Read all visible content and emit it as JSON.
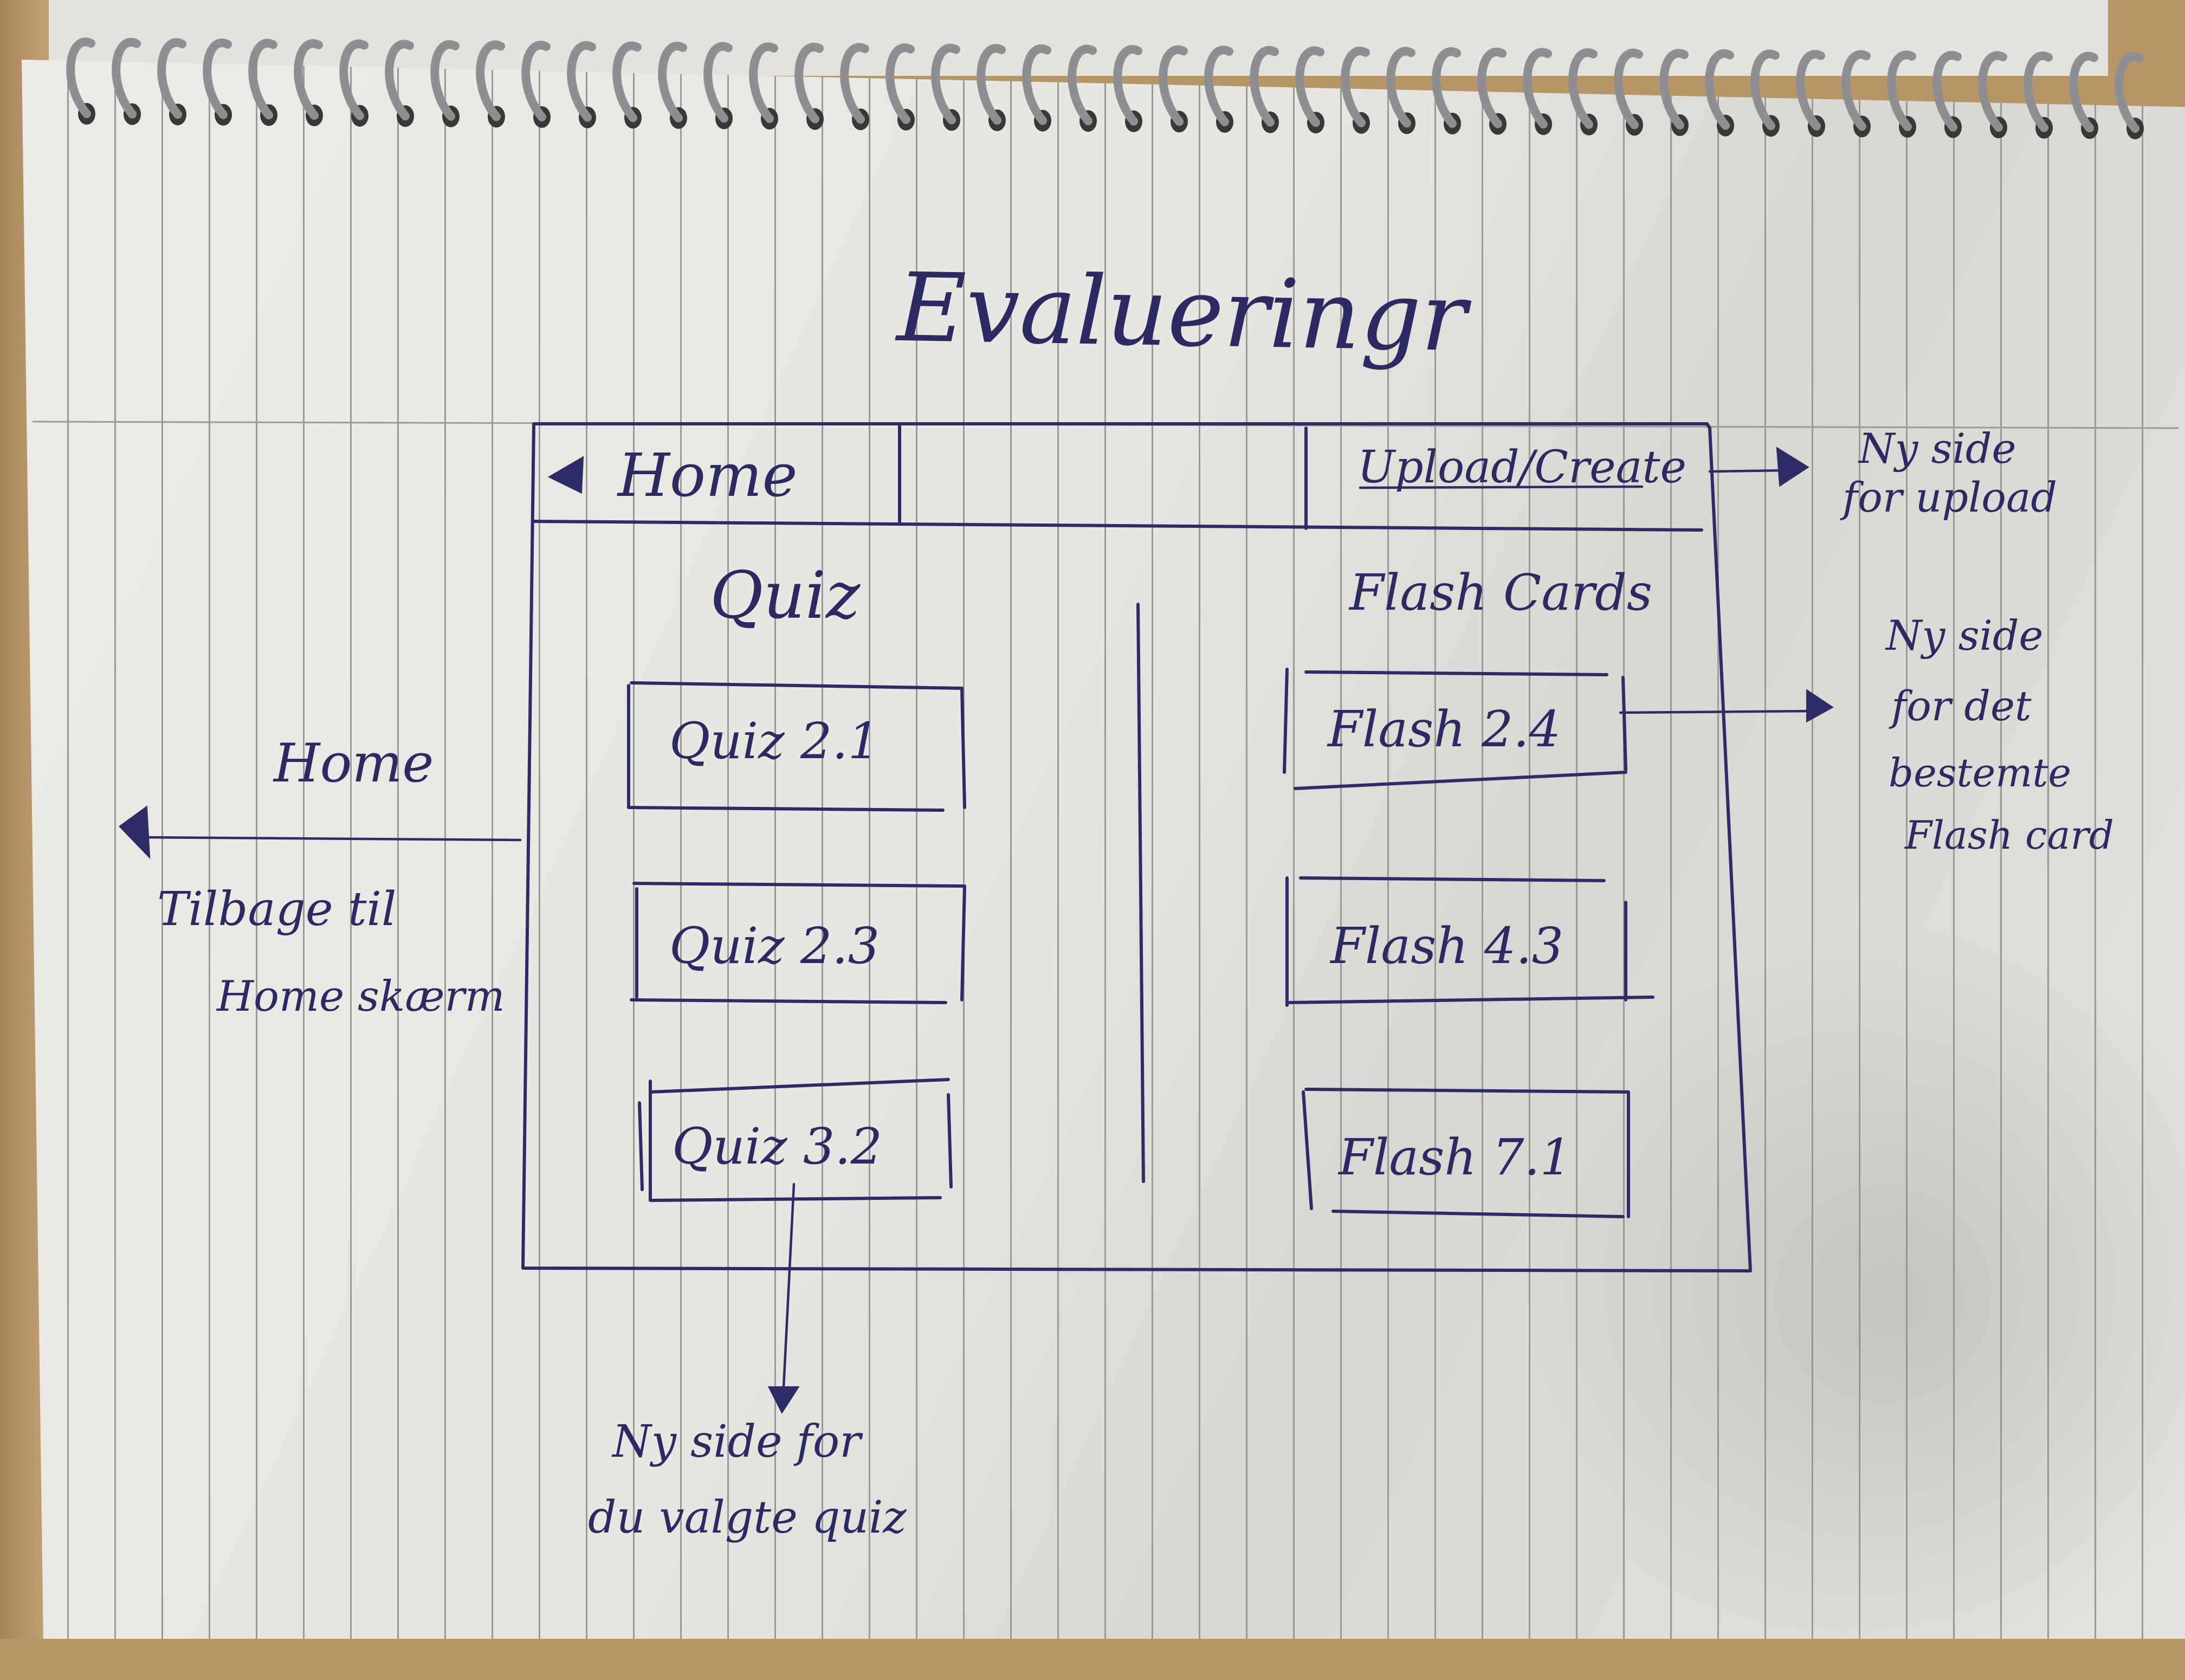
{
  "title": "Evalueringr",
  "nav": {
    "home_label": "Home",
    "upload_label": "Upload/Create"
  },
  "quiz": {
    "heading": "Quiz",
    "items": [
      "Quiz 2.1",
      "Quiz 2.3",
      "Quiz 3.2"
    ]
  },
  "flash": {
    "heading": "Flash Cards",
    "items": [
      "Flash 2.4",
      "Flash 4.3",
      "Flash 7.1"
    ]
  },
  "notes": {
    "upload_line1": "Ny side",
    "upload_line2": "for upload",
    "flash_line1": "Ny side",
    "flash_line2": "for det",
    "flash_line3": "bestemte",
    "flash_line4": "Flash card",
    "home_target": "Home",
    "home_line1": "Tilbage til",
    "home_line2": "Home skærm",
    "quiz_line1": "Ny side for",
    "quiz_line2": "du valgte quiz"
  }
}
